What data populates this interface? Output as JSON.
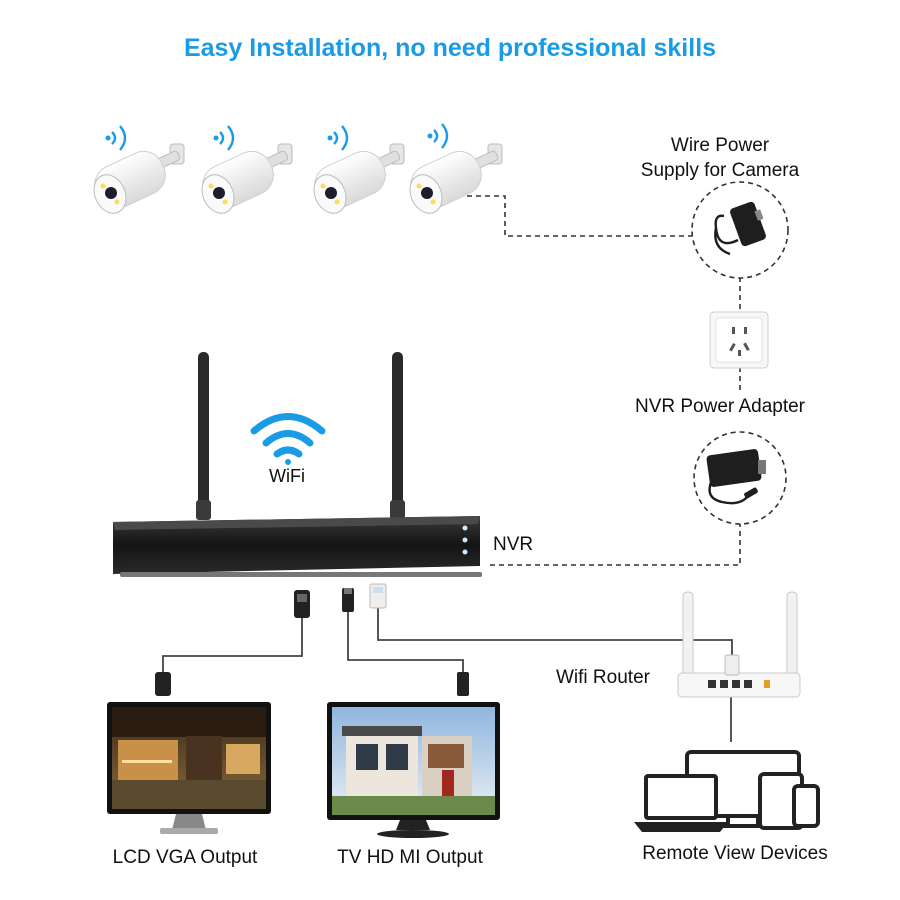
{
  "title": "Easy Installation, no need professional skills",
  "labels": {
    "wire_power_line1": "Wire Power",
    "wire_power_line2": "Supply for Camera",
    "nvr_power_adapter": "NVR Power Adapter",
    "nvr": "NVR",
    "wifi": "WiFi",
    "wifi_router": "Wifi Router",
    "lcd_vga_output": "LCD VGA Output",
    "tv_hdmi_output": "TV HD MI Output",
    "remote_view_devices": "Remote View Devices"
  },
  "colors": {
    "title": "#1a9be6",
    "wifi_icon": "#1a9be6",
    "nvr_body": "#1b1b1b",
    "camera_body": "#f4f4f4",
    "lines": "#333333"
  },
  "icons": {
    "camera": "bullet-camera-icon",
    "signal": "wifi-signal-icon",
    "adapter": "power-adapter-icon",
    "socket": "wall-socket-icon",
    "router": "wifi-router-icon",
    "monitor": "monitor-icon",
    "devices": "laptop-tablet-phone-icon"
  }
}
